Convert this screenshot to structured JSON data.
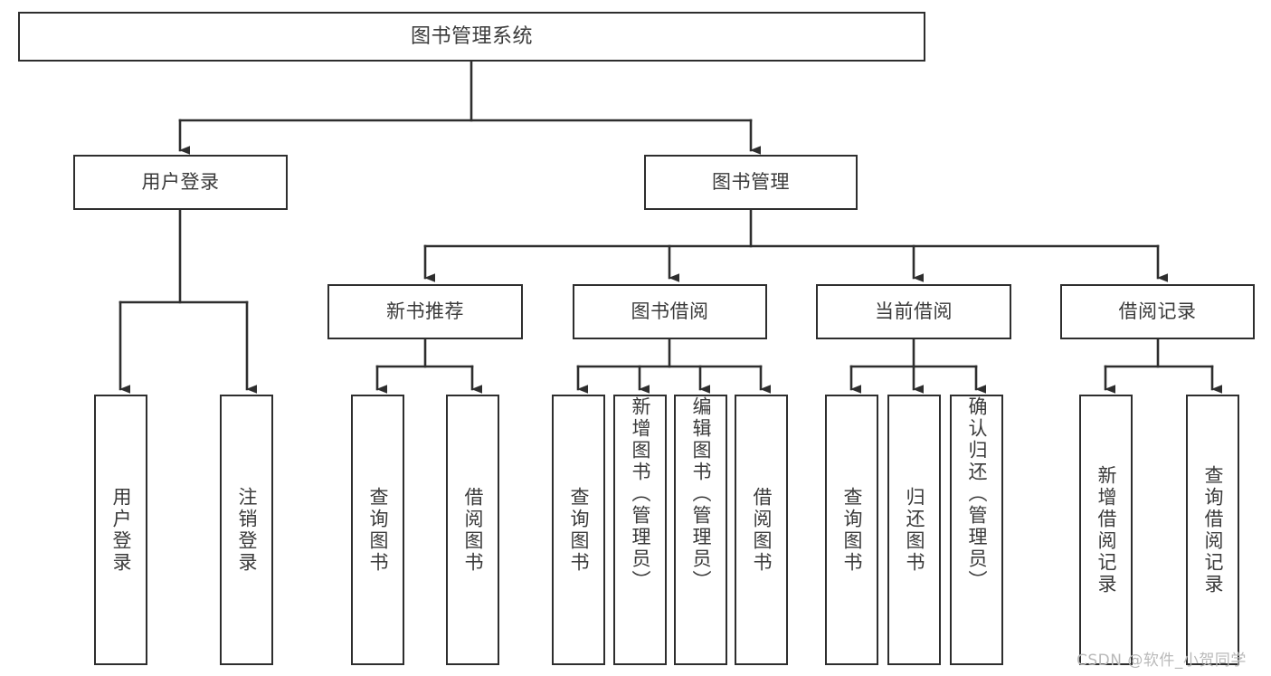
{
  "diagram": {
    "title": "图书管理系统",
    "type": "hierarchy-tree",
    "levels": 4,
    "colors": {
      "box_border": "#2e2e2e",
      "box_fill": "#ffffff",
      "connector": "#2e2e2e",
      "text": "#3a3a3a",
      "watermark": "#b9b9b9",
      "background": "#ffffff"
    },
    "root": {
      "label": "图书管理系统"
    },
    "level2": [
      {
        "label": "用户登录"
      },
      {
        "label": "图书管理"
      }
    ],
    "level3": [
      {
        "label": "新书推荐"
      },
      {
        "label": "图书借阅"
      },
      {
        "label": "当前借阅"
      },
      {
        "label": "借阅记录"
      }
    ],
    "leaves": {
      "user_login": [
        {
          "label": "用户登录"
        },
        {
          "label": "注销登录"
        }
      ],
      "new_book_recommend": [
        {
          "label": "查询图书"
        },
        {
          "label": "借阅图书"
        }
      ],
      "book_borrow": [
        {
          "label": "查询图书"
        },
        {
          "label": "新增图书（管理员）"
        },
        {
          "label": "编辑图书（管理员）"
        },
        {
          "label": "借阅图书"
        }
      ],
      "current_borrow": [
        {
          "label": "查询图书"
        },
        {
          "label": "归还图书"
        },
        {
          "label": "确认归还（管理员）"
        }
      ],
      "borrow_record": [
        {
          "label": "新增借阅记录"
        },
        {
          "label": "查询借阅记录"
        }
      ]
    },
    "watermark": "CSDN @软件_小贺同学"
  }
}
